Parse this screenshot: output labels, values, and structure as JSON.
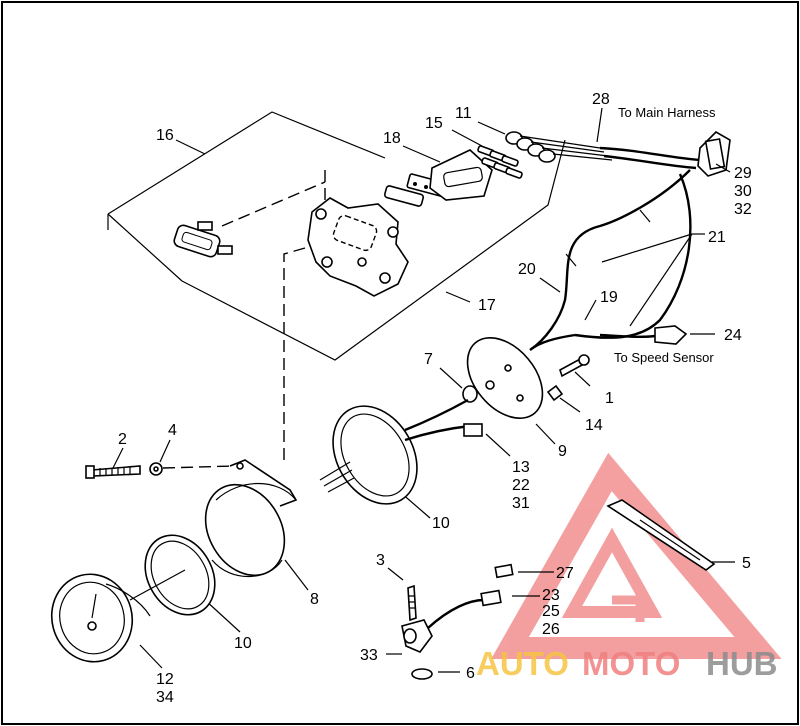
{
  "callouts": [
    {
      "id": "c1",
      "text": "1"
    },
    {
      "id": "c2",
      "text": "2"
    },
    {
      "id": "c3",
      "text": "3"
    },
    {
      "id": "c4",
      "text": "4"
    },
    {
      "id": "c5",
      "text": "5"
    },
    {
      "id": "c6",
      "text": "6"
    },
    {
      "id": "c7",
      "text": "7"
    },
    {
      "id": "c8",
      "text": "8"
    },
    {
      "id": "c9",
      "text": "9"
    },
    {
      "id": "c10a",
      "text": "10"
    },
    {
      "id": "c10b",
      "text": "10"
    },
    {
      "id": "c11",
      "text": "11"
    },
    {
      "id": "c12",
      "text": "12"
    },
    {
      "id": "c13",
      "text": "13"
    },
    {
      "id": "c14",
      "text": "14"
    },
    {
      "id": "c15",
      "text": "15"
    },
    {
      "id": "c16",
      "text": "16"
    },
    {
      "id": "c17",
      "text": "17"
    },
    {
      "id": "c18",
      "text": "18"
    },
    {
      "id": "c19",
      "text": "19"
    },
    {
      "id": "c20",
      "text": "20"
    },
    {
      "id": "c21",
      "text": "21"
    },
    {
      "id": "c22",
      "text": "22"
    },
    {
      "id": "c23",
      "text": "23"
    },
    {
      "id": "c24",
      "text": "24"
    },
    {
      "id": "c25",
      "text": "25"
    },
    {
      "id": "c26",
      "text": "26"
    },
    {
      "id": "c27",
      "text": "27"
    },
    {
      "id": "c28",
      "text": "28"
    },
    {
      "id": "c29",
      "text": "29"
    },
    {
      "id": "c30",
      "text": "30"
    },
    {
      "id": "c31",
      "text": "31"
    },
    {
      "id": "c32",
      "text": "32"
    },
    {
      "id": "c33",
      "text": "33"
    },
    {
      "id": "c34",
      "text": "34"
    }
  ],
  "notes": {
    "main_harness": "To Main Harness",
    "speed_sensor": "To Speed Sensor"
  },
  "watermark": {
    "word_auto": "AUTO",
    "word_moto": "MOTO",
    "word_hub": "HUB",
    "color_primary": "#f08080",
    "color_secondary": "#f5c542",
    "color_hub": "#8c8c8c"
  }
}
